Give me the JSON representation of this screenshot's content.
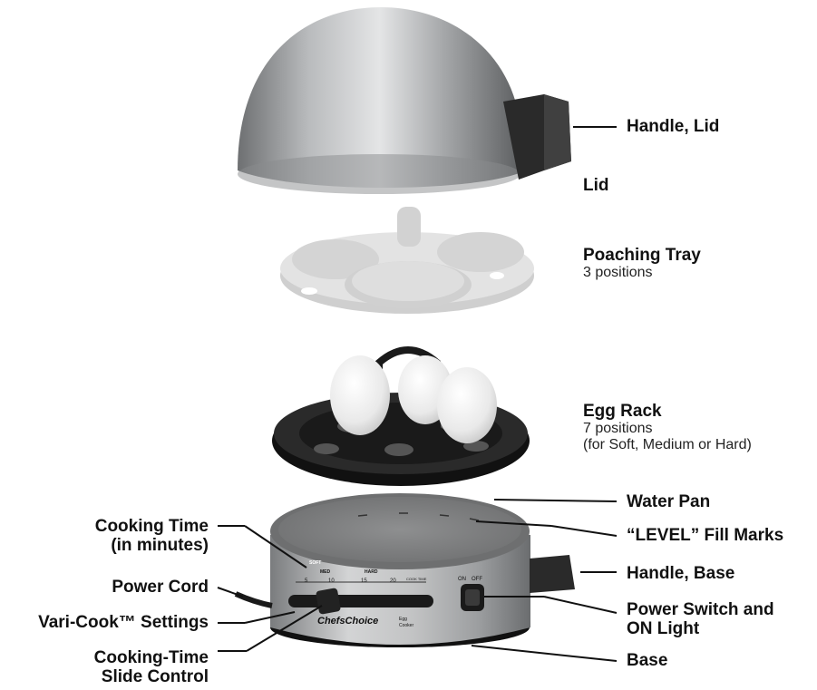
{
  "labels": {
    "handle_lid": "Handle, Lid",
    "lid": "Lid",
    "poaching_tray": "Poaching Tray",
    "poaching_tray_sub": "3 positions",
    "egg_rack": "Egg Rack",
    "egg_rack_sub1": "7 positions",
    "egg_rack_sub2": "(for Soft, Medium or Hard)",
    "water_pan": "Water Pan",
    "level_marks": "“LEVEL” Fill Marks",
    "handle_base": "Handle, Base",
    "power_switch_line1": "Power Switch and",
    "power_switch_line2": "ON Light",
    "base": "Base",
    "cooking_time_line1": "Cooking Time",
    "cooking_time_line2": "(in minutes)",
    "power_cord": "Power Cord",
    "vari_cook": "Vari-Cook™ Settings",
    "slide_control_line1": "Cooking-Time",
    "slide_control_line2": "Slide Control"
  },
  "device_markings": {
    "brand": "ChefsChoice",
    "model_line1": "Egg",
    "model_line2": "Cooker",
    "switch_on": "ON",
    "switch_off": "OFF",
    "soft": "SOFT",
    "med": "MED",
    "hard": "HARD",
    "cook_time": "COOK TIME",
    "tick_5": "5",
    "tick_10": "10",
    "tick_15": "15",
    "tick_20": "20"
  },
  "colors": {
    "steel": "#a9abad",
    "plastic_gray": "#dadada",
    "rack_black": "#1c1c1c",
    "egg_white": "#efefef",
    "leader_line": "#111111"
  }
}
